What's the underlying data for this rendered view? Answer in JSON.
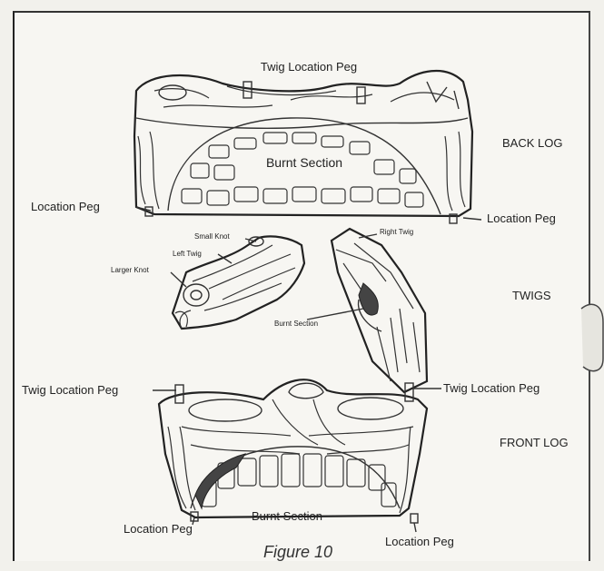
{
  "labels": {
    "back_twig_peg": "Twig Location Peg",
    "back_log": "BACK LOG",
    "back_burnt": "Burnt Section",
    "back_loc_peg_left": "Location Peg",
    "back_loc_peg_right": "Location Peg",
    "small_knot": "Small Knot",
    "left_twig": "Left Twig",
    "larger_knot": "Larger Knot",
    "right_twig": "Right Twig",
    "twigs": "TWIGS",
    "twig_burnt": "Burnt Section",
    "front_twig_peg_left": "Twig Location Peg",
    "front_twig_peg_right": "Twig Location Peg",
    "front_log": "FRONT LOG",
    "front_loc_peg_left": "Location Peg",
    "front_burnt": "Burnt Section",
    "front_loc_peg_right": "Location Peg"
  },
  "caption": "Figure 10"
}
